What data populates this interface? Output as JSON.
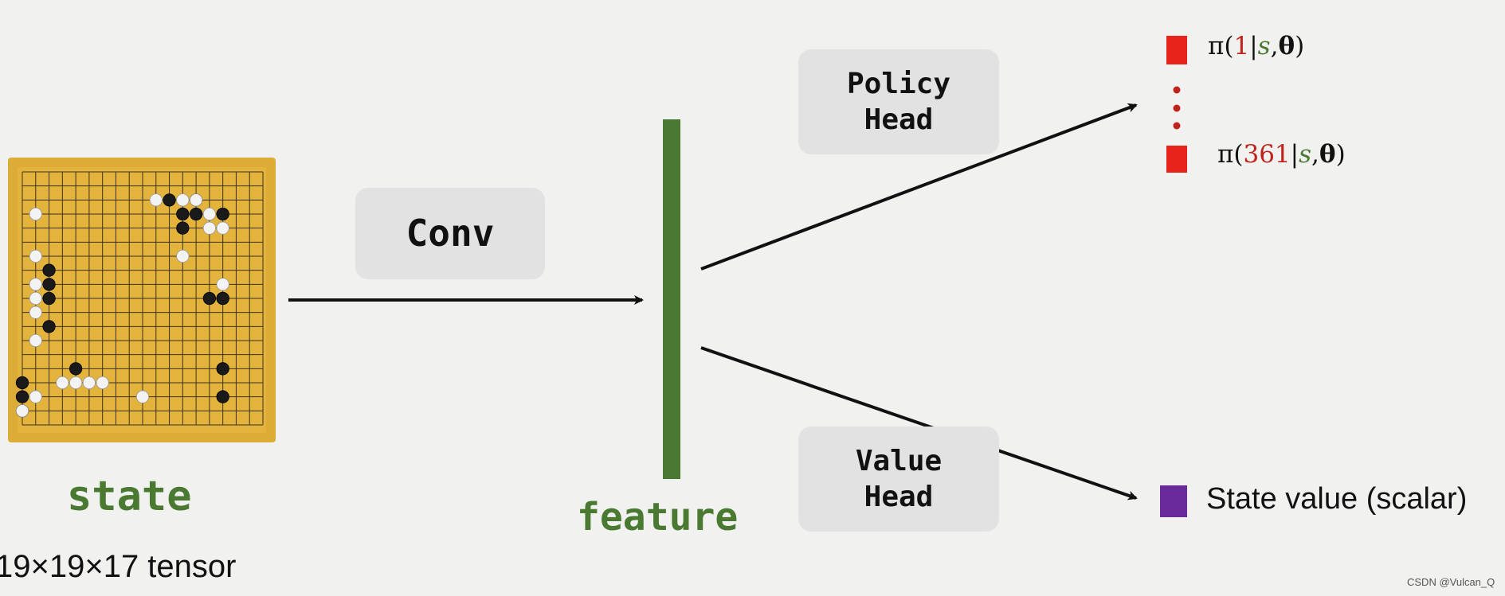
{
  "labels": {
    "state": "state",
    "state_dim": "19×19×17 tensor",
    "conv": "Conv",
    "feature": "feature",
    "policy_head": [
      "Policy",
      "Head"
    ],
    "value_head": [
      "Value",
      "Head"
    ],
    "state_value": "State value (scalar)",
    "watermark": "CSDN @Vulcan_Q"
  },
  "policy_outputs": [
    {
      "symbol": "π(",
      "index": "1",
      "bar": "|",
      "s": "s",
      "comma": ",",
      "theta": "θ",
      "close": ")"
    },
    {
      "symbol": "π(",
      "index": "361",
      "bar": "|",
      "s": "s",
      "comma": ",",
      "theta": "θ",
      "close": ")"
    }
  ],
  "colors": {
    "background": "#f1f1f0",
    "board": "#dcac37",
    "feature_bar": "#4a7a32",
    "policy_square": "#e8231a",
    "value_square": "#6a2a9c",
    "box": "#e2e2e2"
  },
  "board": {
    "size": 19,
    "black_stones": [
      [
        11,
        2
      ],
      [
        13,
        2
      ],
      [
        12,
        3
      ],
      [
        13,
        3
      ],
      [
        15,
        3
      ],
      [
        12,
        4
      ],
      [
        2,
        7
      ],
      [
        2,
        8
      ],
      [
        15,
        9
      ],
      [
        2,
        9
      ],
      [
        14,
        9
      ],
      [
        15,
        9
      ],
      [
        2,
        11
      ],
      [
        15,
        14
      ],
      [
        0,
        15
      ],
      [
        4,
        14
      ],
      [
        15,
        16
      ],
      [
        0,
        16
      ],
      [
        0,
        17
      ]
    ],
    "white_stones": [
      [
        10,
        2
      ],
      [
        12,
        2
      ],
      [
        13,
        2
      ],
      [
        1,
        3
      ],
      [
        14,
        3
      ],
      [
        15,
        4
      ],
      [
        14,
        4
      ],
      [
        12,
        6
      ],
      [
        1,
        6
      ],
      [
        1,
        8
      ],
      [
        15,
        8
      ],
      [
        1,
        8
      ],
      [
        1,
        9
      ],
      [
        1,
        10
      ],
      [
        1,
        12
      ],
      [
        4,
        15
      ],
      [
        5,
        15
      ],
      [
        6,
        15
      ],
      [
        3,
        15
      ],
      [
        9,
        16
      ],
      [
        1,
        16
      ],
      [
        0,
        17
      ]
    ]
  }
}
